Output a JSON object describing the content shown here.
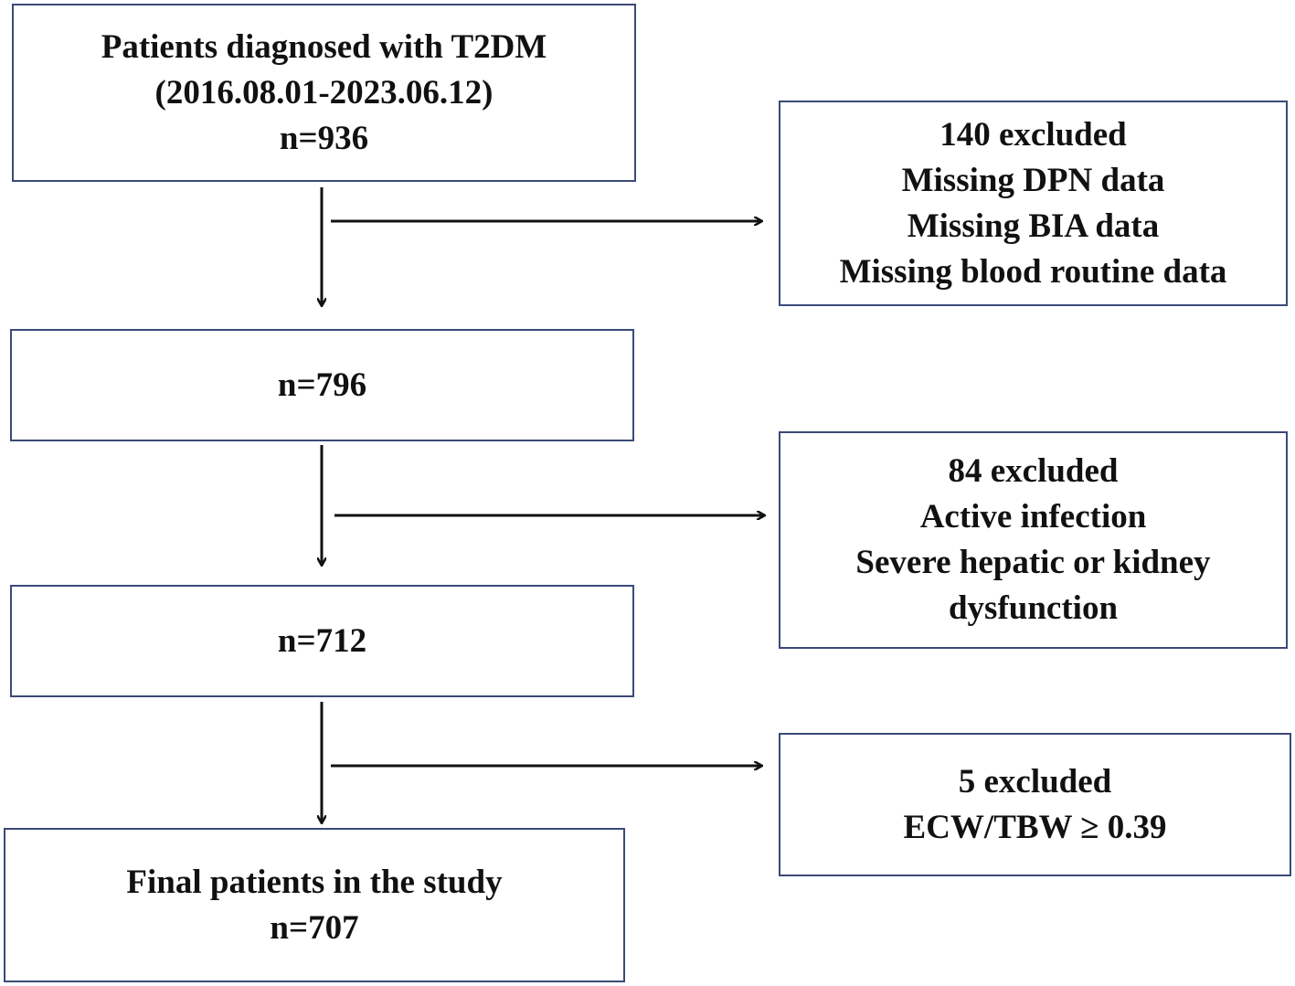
{
  "boxes": {
    "start": {
      "line1": "Patients  diagnosed with T2DM",
      "line2": "(2016.08.01-2023.06.12)",
      "line3": "n=936"
    },
    "step2": {
      "count": "n=796"
    },
    "step3": {
      "count": "n=712"
    },
    "final": {
      "line1": "Final patients in the study",
      "line2": "n=707"
    },
    "exclusion1": {
      "title": "140 excluded",
      "reason1": "Missing DPN data",
      "reason2": "Missing BIA data",
      "reason3": "Missing blood routine data"
    },
    "exclusion2": {
      "title": "84 excluded",
      "reason1": "Active infection",
      "reason2": "Severe hepatic or kidney",
      "reason3": "dysfunction"
    },
    "exclusion3": {
      "title": "5 excluded",
      "reason1": "ECW/TBW ≥ 0.39"
    }
  },
  "colors": {
    "box_border": "#3b4a78",
    "arrow": "#111111",
    "text": "#111111"
  }
}
